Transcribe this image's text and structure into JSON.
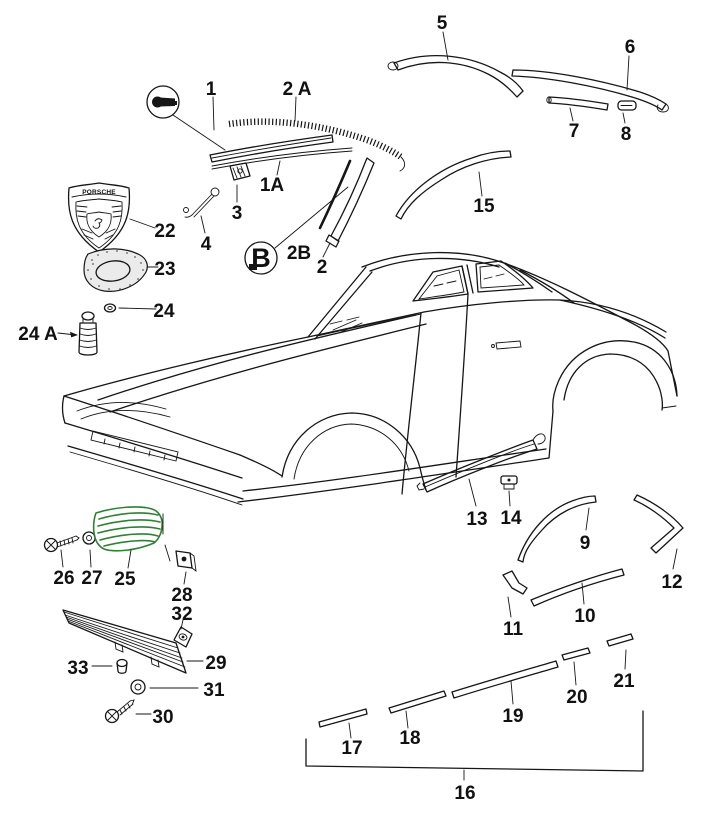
{
  "colors": {
    "ink": "#161616",
    "accent_green": "#2f8032",
    "paper": "#ffffff"
  },
  "badge": {
    "label": "PORSCHE"
  },
  "symbols": {
    "a_icon": "key-symbol",
    "b_label": "B"
  },
  "callouts": [
    {
      "label": "1"
    },
    {
      "label": "2 A"
    },
    {
      "label": "5"
    },
    {
      "label": "6"
    },
    {
      "label": "7"
    },
    {
      "label": "8"
    },
    {
      "label": "15"
    },
    {
      "label": "1A"
    },
    {
      "label": "3"
    },
    {
      "label": "4"
    },
    {
      "label": "2B"
    },
    {
      "label": "2"
    },
    {
      "label": "22"
    },
    {
      "label": "23"
    },
    {
      "label": "24"
    },
    {
      "label": "24 A"
    },
    {
      "label": "13"
    },
    {
      "label": "14"
    },
    {
      "label": "9"
    },
    {
      "label": "12"
    },
    {
      "label": "10"
    },
    {
      "label": "11"
    },
    {
      "label": "26"
    },
    {
      "label": "27"
    },
    {
      "label": "25"
    },
    {
      "label": "28"
    },
    {
      "label": "32"
    },
    {
      "label": "29"
    },
    {
      "label": "33"
    },
    {
      "label": "31"
    },
    {
      "label": "30"
    },
    {
      "label": "17"
    },
    {
      "label": "18"
    },
    {
      "label": "19"
    },
    {
      "label": "20"
    },
    {
      "label": "21"
    },
    {
      "label": "16"
    }
  ]
}
